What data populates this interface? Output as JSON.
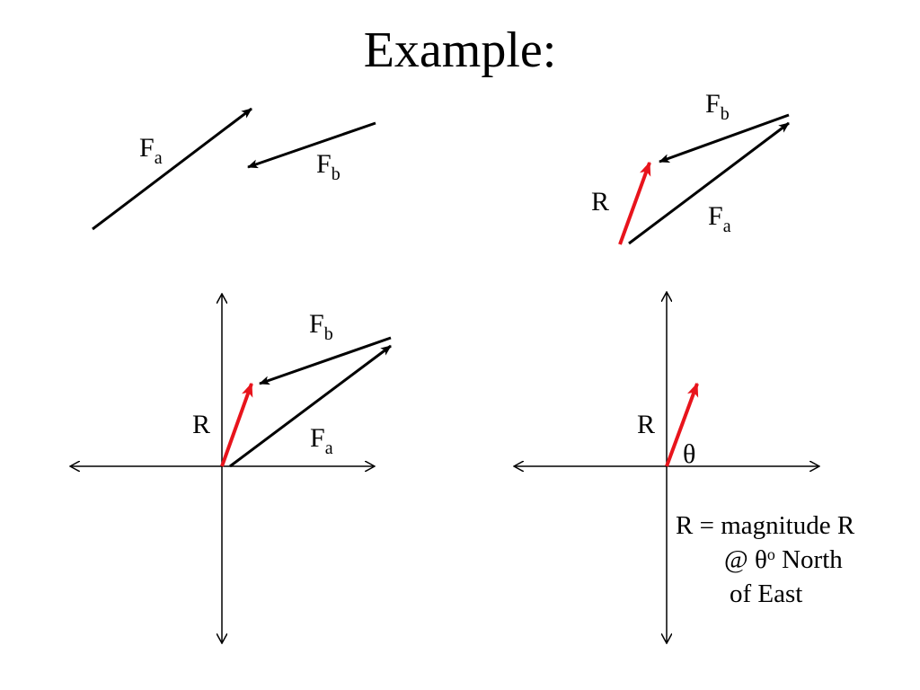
{
  "title": "Example:",
  "colors": {
    "resultant": "#e8141c",
    "force": "#000000",
    "axis": "#000000"
  },
  "labels": {
    "force_a_main": "F",
    "force_a_sub": "a",
    "force_b_main": "F",
    "force_b_sub": "b",
    "resultant": "R",
    "angle": "θ"
  },
  "note": {
    "line1": "R = magnitude R",
    "line2_prefix": "@ θ",
    "line2_degree": "o",
    "line2_suffix": " North",
    "line3": "of East"
  }
}
